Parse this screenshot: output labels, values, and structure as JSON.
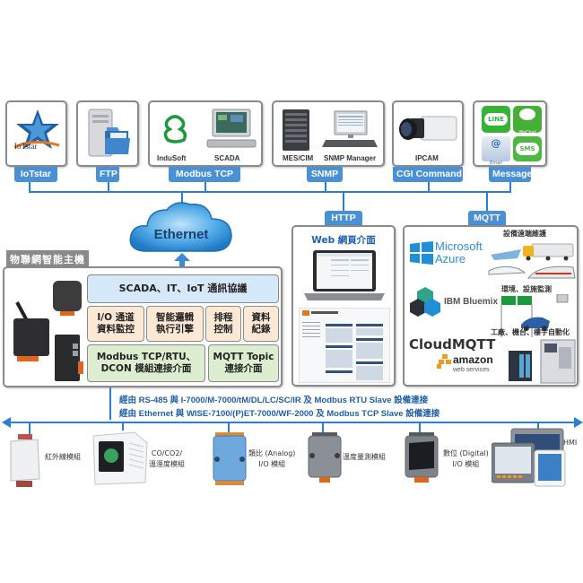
{
  "top_services": [
    {
      "tag": "IoTstar",
      "captions": [],
      "logo_text": "IoTstar"
    },
    {
      "tag": "FTP",
      "captions": []
    },
    {
      "tag": "Modbus TCP",
      "captions": [
        "InduSoft",
        "SCADA"
      ]
    },
    {
      "tag": "SNMP",
      "captions": [
        "MES/CIM",
        "SNMP Manager"
      ]
    },
    {
      "tag": "CGI Command",
      "captions": [
        "IPCAM"
      ]
    },
    {
      "tag": "Message",
      "captions": [
        "LINE",
        "WeChat",
        "Email",
        "SMS"
      ]
    }
  ],
  "cloud": {
    "label": "Ethernet"
  },
  "host": {
    "title": "物聯網智能主機",
    "protocol_bar": "SCADA、IT、IoT 通訊協議",
    "functions": [
      {
        "line1": "I/O 通道",
        "line2": "資料監控"
      },
      {
        "line1": "智能邏輯",
        "line2": "執行引擎"
      },
      {
        "line1": "排程",
        "line2": "控制"
      },
      {
        "line1": "資料",
        "line2": "紀錄"
      }
    ],
    "interfaces": [
      {
        "line1": "Modbus TCP/RTU、",
        "line2": "DCON 模組連接介面"
      },
      {
        "line1": "MQTT Topic",
        "line2": "連接介面"
      }
    ]
  },
  "http": {
    "tag": "HTTP",
    "title": "Web 網頁介面"
  },
  "mqtt": {
    "tag": "MQTT",
    "platforms": [
      "Microsoft",
      "Azure",
      "IBM Bluemix",
      "CloudMQTT",
      "amazon",
      "web services"
    ],
    "applications": [
      "設備遠端維護",
      "環境、設施監測",
      "工廠、機台、樓宇自動化"
    ]
  },
  "bus_text": [
    "經由 RS-485 與 I-7000/M-7000/tM/DL/LC/SC/IR 及 Modbus RTU Slave 設備連接",
    "經由 Ethernet 與 WISE-7100/(P)ET-7000/WF-2000 及 Modbus TCP Slave 設備連接"
  ],
  "devices": [
    {
      "line1": "紅外線模組",
      "line2": ""
    },
    {
      "line1": "CO/CO2/",
      "line2": "溫溼度模組"
    },
    {
      "line1": "類比 (Analog)",
      "line2": "I/O 模組"
    },
    {
      "line1": "溫度量測模組",
      "line2": ""
    },
    {
      "line1": "數位 (Digital)",
      "line2": "I/O 模組"
    },
    {
      "line1": "HMI",
      "line2": ""
    }
  ],
  "colors": {
    "accent": "#4a90d4",
    "line": "#2b7fd0",
    "protocol_bar": "#d6e9fa",
    "function_cell": "#fbe9d5",
    "interface_cell": "#dcedd0"
  }
}
